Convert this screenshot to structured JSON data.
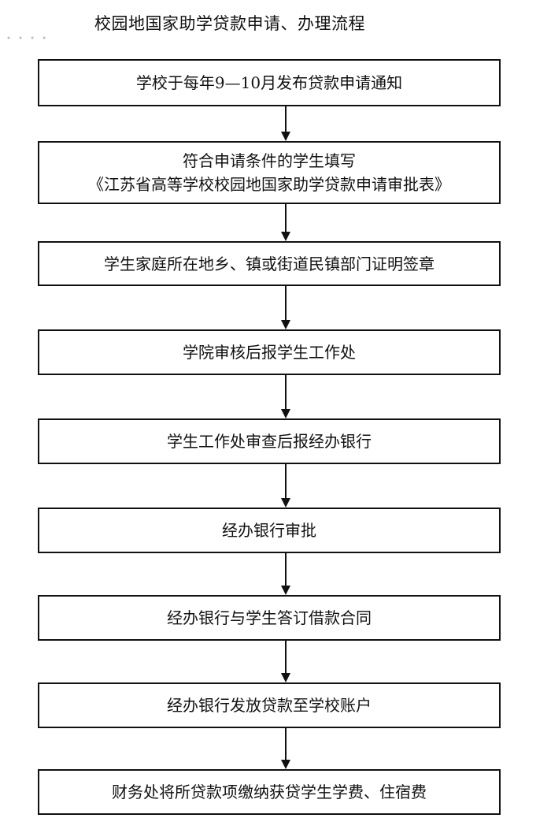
{
  "title": "校园地国家助学贷款申请、办理流程",
  "steps": [
    {
      "lines": [
        "学校于每年9—10月发布贷款申请通知"
      ]
    },
    {
      "lines": [
        "符合申请条件的学生填写",
        "《江苏省高等学校校园地国家助学贷款申请审批表》"
      ]
    },
    {
      "lines": [
        "学生家庭所在地乡、镇或街道民镇部门证明签章"
      ]
    },
    {
      "lines": [
        "学院审核后报学生工作处"
      ]
    },
    {
      "lines": [
        "学生工作处审查后报经办银行"
      ]
    },
    {
      "lines": [
        "经办银行审批"
      ]
    },
    {
      "lines": [
        "经办银行与学生答订借款合同"
      ]
    },
    {
      "lines": [
        "经办银行发放贷款至学校账户"
      ]
    },
    {
      "lines": [
        "财务处将所贷款项缴纳获贷学生学费、住宿费"
      ]
    }
  ]
}
